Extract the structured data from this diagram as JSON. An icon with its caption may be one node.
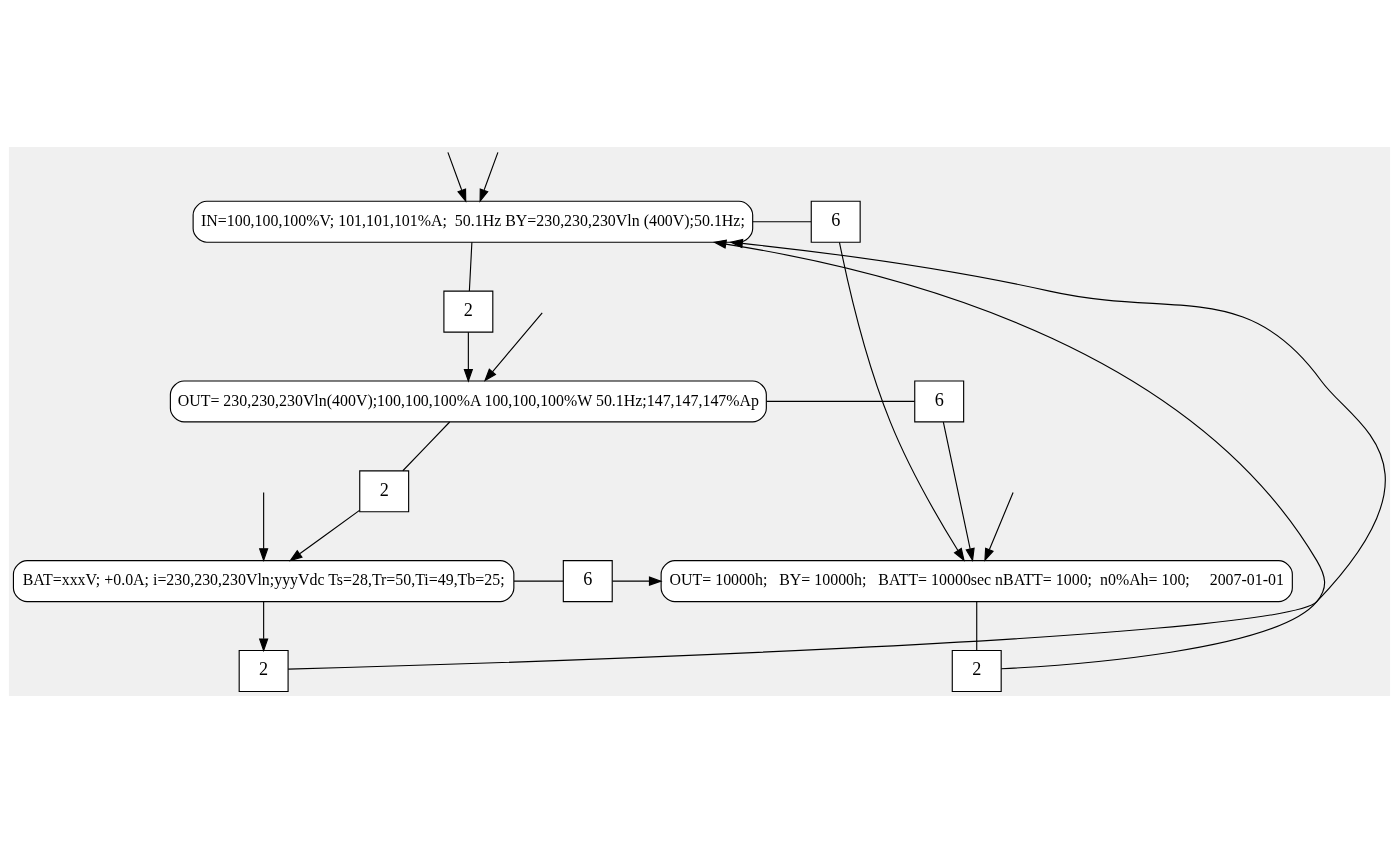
{
  "diagram": {
    "nodes": [
      {
        "text": [
          "IN=100,100,100%V; 101,101,101%A;  50.1Hz BY=230,230,230Vln (400V);50.1Hz;"
        ]
      },
      {
        "text": [
          "6"
        ]
      },
      {
        "text": [
          "2"
        ]
      },
      {
        "text": [
          "OUT= 230,230,230Vln(400V);100,100,100%A 100,100,100%W 50.1Hz;147,147,147%Ap"
        ]
      },
      {
        "text": [
          "6"
        ]
      },
      {
        "text": [
          "2"
        ]
      },
      {
        "text": [
          "BAT=xxxV; +0.0A; i=230,230,230Vln;yyyVdc Ts=28,Tr=50,Ti=49,Tb=25;"
        ]
      },
      {
        "text": [
          "6"
        ]
      },
      {
        "text": [
          "OUT= 10000h;   BY= 10000h;   BATT= 10000sec nBATT= 1000;  n0%Ah= 100;     2007-01-01"
        ]
      },
      {
        "text": [
          "2"
        ]
      },
      {
        "text": [
          "2"
        ]
      }
    ],
    "edges": [
      {
        "from": null,
        "to": 0,
        "arrow": "to"
      },
      {
        "from": null,
        "to": 0,
        "arrow": "to"
      },
      {
        "from": null,
        "to": 3,
        "arrow": "to"
      },
      {
        "from": 0,
        "to": 1,
        "arrow": "none"
      },
      {
        "from": 0,
        "to": 2,
        "arrow": "none"
      },
      {
        "from": 2,
        "to": 3,
        "arrow": "to"
      },
      {
        "from": 3,
        "to": 4,
        "arrow": "none"
      },
      {
        "from": 3,
        "to": 5,
        "arrow": "none"
      },
      {
        "from": 5,
        "to": 6,
        "arrow": "to"
      },
      {
        "from": 6,
        "to": 7,
        "arrow": "none"
      },
      {
        "from": 1,
        "to": 8,
        "arrow": "to"
      },
      {
        "from": 4,
        "to": 8,
        "arrow": "to"
      },
      {
        "from": 7,
        "to": 8,
        "arrow": "to"
      },
      {
        "from": 8,
        "to": 9,
        "arrow": "none"
      },
      {
        "from": 9,
        "to": 0,
        "arrow": "to"
      },
      {
        "from": 6,
        "to": 10,
        "arrow": "to"
      },
      {
        "from": 10,
        "to": 0,
        "arrow": "to"
      },
      {
        "from": null,
        "to": 6,
        "arrow": "to"
      },
      {
        "from": null,
        "to": 8,
        "arrow": "to"
      }
    ]
  }
}
